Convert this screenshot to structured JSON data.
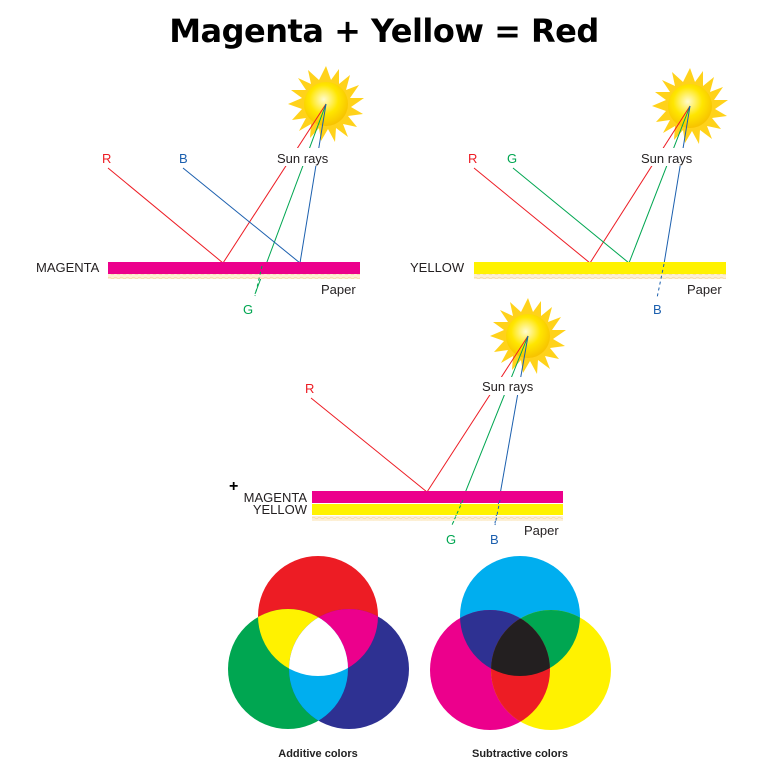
{
  "title": "Magenta + Yellow = Red",
  "colors": {
    "red": "#ed1c24",
    "green": "#00a651",
    "blue": "#2e3192",
    "ray_blue": "#1b5fae",
    "magenta": "#ec008c",
    "yellow": "#fff200",
    "cyan": "#00aeef",
    "paper": "#fde9c4",
    "black": "#231f20",
    "sun": "#ffd800"
  },
  "panels": {
    "magenta": {
      "layer_label": "MAGENTA",
      "sun_label": "Sun rays",
      "paper_label": "Paper",
      "reflected": [
        "R",
        "B"
      ],
      "absorbed": [
        "G"
      ]
    },
    "yellow": {
      "layer_label": "YELLOW",
      "sun_label": "Sun rays",
      "paper_label": "Paper",
      "reflected": [
        "R",
        "G"
      ],
      "absorbed": [
        "B"
      ]
    },
    "combined": {
      "plus": "+",
      "layer_label_1": "MAGENTA",
      "layer_label_2": "YELLOW",
      "sun_label": "Sun rays",
      "paper_label": "Paper",
      "reflected": [
        "R"
      ],
      "absorbed": [
        "G",
        "B"
      ]
    }
  },
  "wheels": {
    "additive": {
      "caption": "Additive colors"
    },
    "subtractive": {
      "caption": "Subtractive colors"
    }
  }
}
